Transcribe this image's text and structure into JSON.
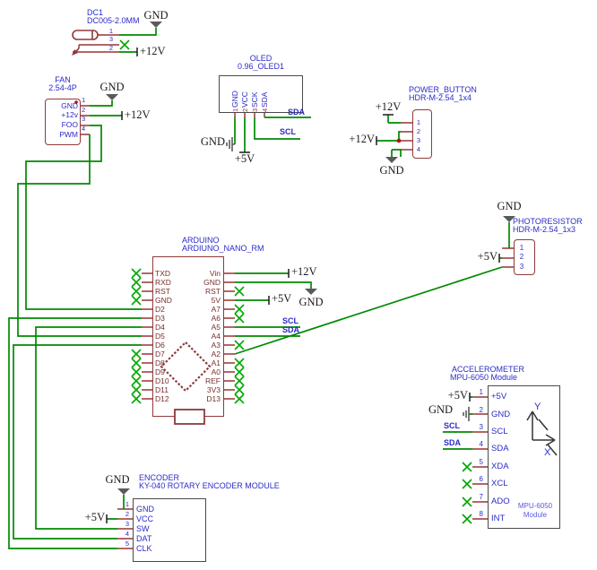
{
  "labels": {
    "gnd": "GND",
    "p12v": "+12V",
    "p5v": "+5V",
    "scl": "SCL",
    "sda": "SDA"
  },
  "dc1": {
    "ref": "DC1",
    "value": "DC005-2.0MM",
    "pin_numbers": [
      "1",
      "3",
      "2"
    ]
  },
  "fan": {
    "ref": "FAN",
    "value": "2.54-4P",
    "pins": [
      {
        "num": "1",
        "name": "GND"
      },
      {
        "num": "2",
        "name": "+12v"
      },
      {
        "num": "3",
        "name": "FOO"
      },
      {
        "num": "4",
        "name": "PWM"
      }
    ]
  },
  "oled": {
    "ref": "OLED",
    "value": "0.96_OLED1",
    "pins": [
      {
        "num": "1",
        "name": "GND"
      },
      {
        "num": "2",
        "name": "VCC"
      },
      {
        "num": "3",
        "name": "SCK"
      },
      {
        "num": "4",
        "name": "SDA"
      }
    ]
  },
  "power_button": {
    "ref": "POWER_BUTTON",
    "value": "HDR-M-2.54_1x4",
    "pin_numbers": [
      "1",
      "2",
      "3",
      "4"
    ]
  },
  "photoresistor": {
    "ref": "PHOTORESISTOR",
    "value": "HDR-M-2.54_1x3",
    "pin_numbers": [
      "1",
      "2",
      "3"
    ]
  },
  "arduino": {
    "ref": "ARDUINO",
    "value": "ARDIUNO_NANO_RM",
    "left_pins": [
      "TXD",
      "RXD",
      "RST",
      "GND",
      "D2",
      "D3",
      "D4",
      "D5",
      "D6",
      "D7",
      "D8",
      "D9",
      "D10",
      "D11",
      "D12"
    ],
    "right_pins": [
      "Vin",
      "GND",
      "RST",
      "5V",
      "A7",
      "A6",
      "A5",
      "A4",
      "A3",
      "A2",
      "A1",
      "A0",
      "REF",
      "3V3",
      "D13"
    ]
  },
  "accelerometer": {
    "ref": "ACCELEROMETER",
    "value": "MPU-6050 Module",
    "pins": [
      {
        "num": "1",
        "name": "+5V"
      },
      {
        "num": "2",
        "name": "GND"
      },
      {
        "num": "3",
        "name": "SCL"
      },
      {
        "num": "4",
        "name": "SDA"
      },
      {
        "num": "5",
        "name": "XDA"
      },
      {
        "num": "6",
        "name": "XCL"
      },
      {
        "num": "7",
        "name": "ADO"
      },
      {
        "num": "8",
        "name": "INT"
      }
    ],
    "axis_y": "Y",
    "axis_x": "X",
    "module_line1": "MPU-6050",
    "module_line2": "Module"
  },
  "encoder": {
    "ref": "ENCODER",
    "value": "KY-040 ROTARY ENCODER MODULE",
    "pins": [
      {
        "num": "1",
        "name": "GND"
      },
      {
        "num": "2",
        "name": "VCC"
      },
      {
        "num": "3",
        "name": "SW"
      },
      {
        "num": "4",
        "name": "DAT"
      },
      {
        "num": "5",
        "name": "CLK"
      }
    ]
  },
  "colors": {
    "wire": "#008a00",
    "symbol_outline": "#8e3a3a",
    "component_text": "#2b2bc8",
    "nc_mark": "#00a800",
    "junction": "#c80000"
  }
}
